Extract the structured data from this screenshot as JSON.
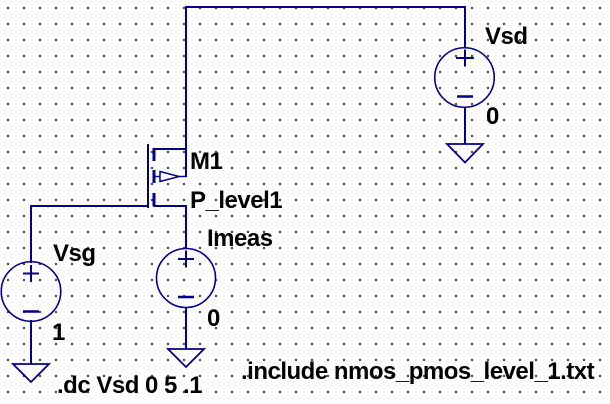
{
  "app": "ltspice-schematic",
  "colors": {
    "wire": "#00008C",
    "text": "#000000",
    "canvas": "#FFFFFF",
    "grid_dot": "#3C3C3C"
  },
  "components": {
    "m1": {
      "designator": "M1",
      "model": "P_level1"
    },
    "vsd": {
      "label": "Vsd",
      "value": "0"
    },
    "vsg": {
      "label": "Vsg",
      "value": "1"
    },
    "imeas": {
      "label": "Imeas",
      "value": "0"
    }
  },
  "directives": {
    "dc_sweep": ".dc Vsd 0 5 .1",
    "include": ".include nmos_pmos_level_1.txt"
  }
}
